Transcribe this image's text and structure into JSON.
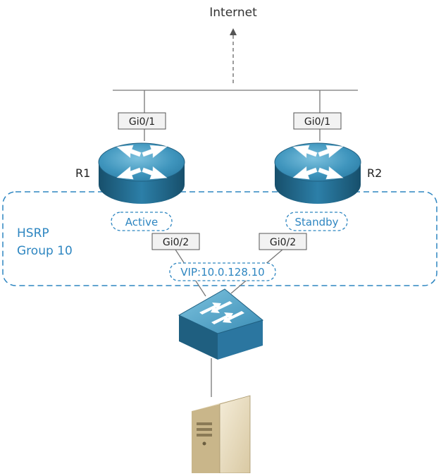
{
  "internet_label": "Internet",
  "routers": {
    "r1": {
      "name": "R1",
      "uplink": "Gi0/1",
      "downlink": "Gi0/2",
      "state": "Active"
    },
    "r2": {
      "name": "R2",
      "uplink": "Gi0/1",
      "downlink": "Gi0/2",
      "state": "Standby"
    }
  },
  "hsrp": {
    "line1": "HSRP",
    "line2": "Group 10",
    "vip": "VIP:10.0.128.10"
  },
  "colors": {
    "hsrp_blue": "#2e86c1",
    "device_teal": "#3d8fb3",
    "device_dark": "#1f5f80",
    "label_box_fill": "#f2f2f2",
    "server_beige": "#e8dcc0"
  }
}
